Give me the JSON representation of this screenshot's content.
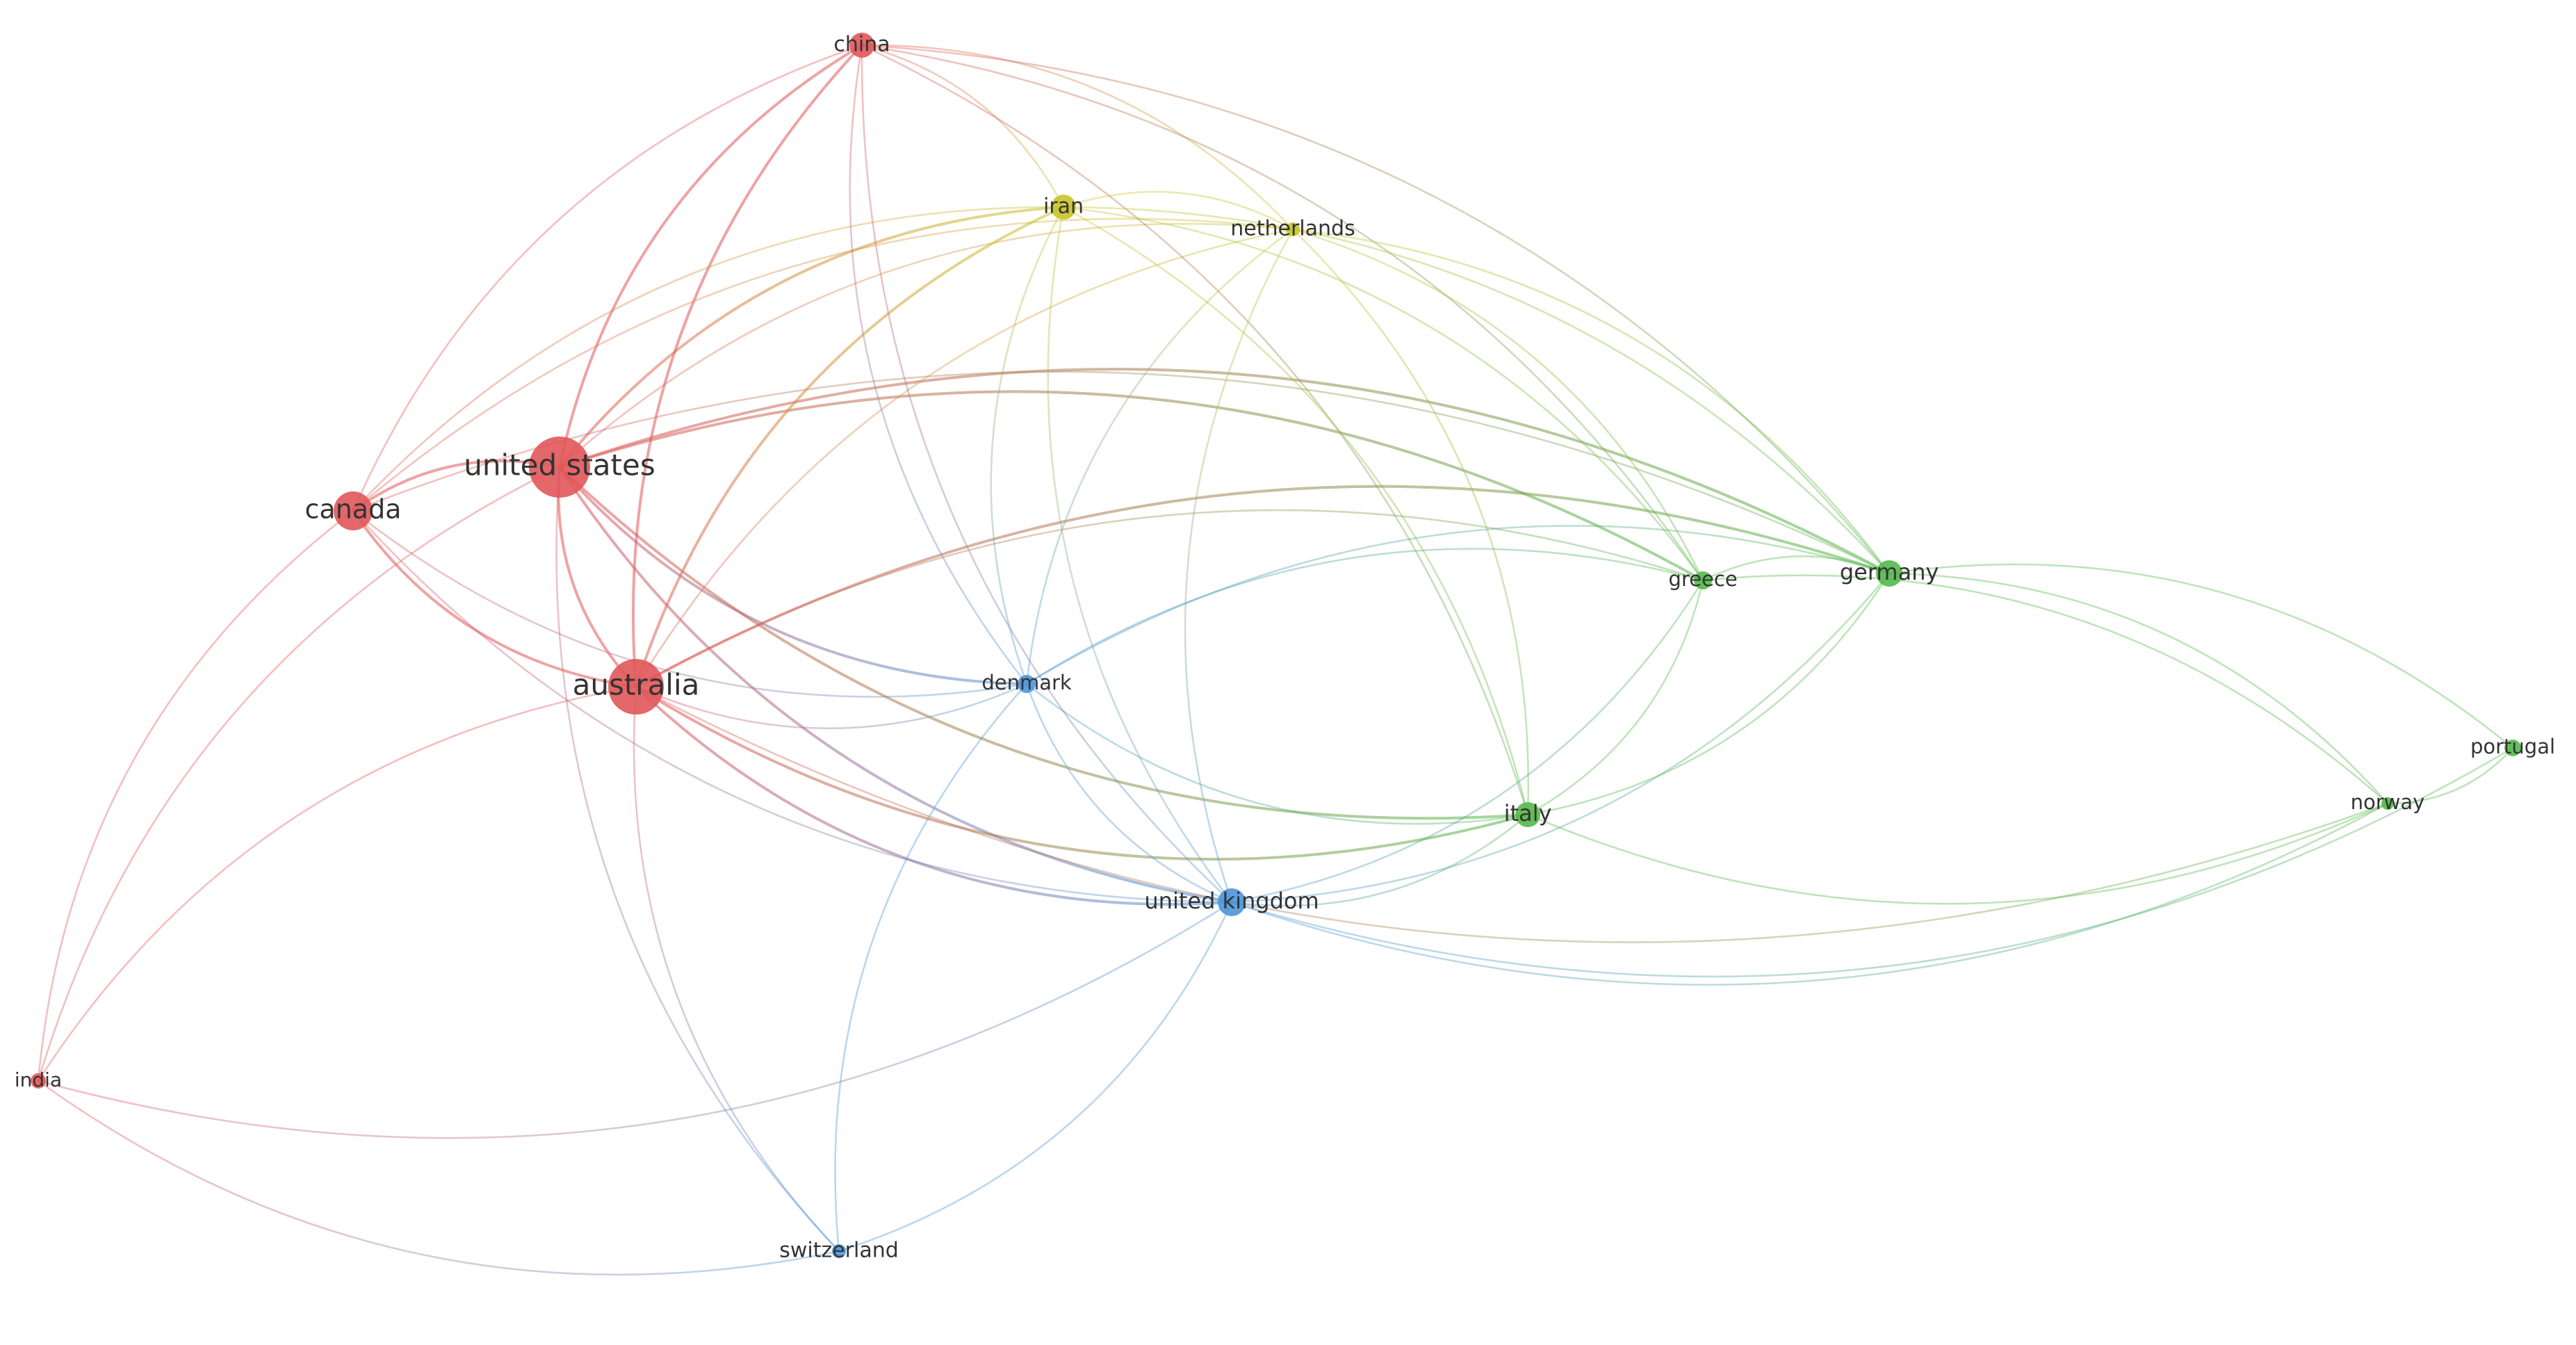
{
  "network": {
    "clusters": [
      {
        "id": "red",
        "color": "#e15759"
      },
      {
        "id": "green",
        "color": "#55b84a"
      },
      {
        "id": "blue",
        "color": "#4c95d8"
      },
      {
        "id": "yellow",
        "color": "#c8c42a"
      }
    ],
    "nodes": [
      {
        "id": "china",
        "label": "china",
        "cluster": "red"
      },
      {
        "id": "iran",
        "label": "iran",
        "cluster": "yellow"
      },
      {
        "id": "netherlands",
        "label": "netherlands",
        "cluster": "yellow"
      },
      {
        "id": "united-states",
        "label": "united states",
        "cluster": "red"
      },
      {
        "id": "canada",
        "label": "canada",
        "cluster": "red"
      },
      {
        "id": "australia",
        "label": "australia",
        "cluster": "red"
      },
      {
        "id": "denmark",
        "label": "denmark",
        "cluster": "blue"
      },
      {
        "id": "greece",
        "label": "greece",
        "cluster": "green"
      },
      {
        "id": "germany",
        "label": "germany",
        "cluster": "green"
      },
      {
        "id": "italy",
        "label": "italy",
        "cluster": "green"
      },
      {
        "id": "united-kingdom",
        "label": "united kingdom",
        "cluster": "blue"
      },
      {
        "id": "portugal",
        "label": "portugal",
        "cluster": "green"
      },
      {
        "id": "norway",
        "label": "norway",
        "cluster": "green"
      },
      {
        "id": "india",
        "label": "india",
        "cluster": "red"
      },
      {
        "id": "switzerland",
        "label": "switzerland",
        "cluster": "blue"
      }
    ],
    "links": [
      [
        "united-states",
        "australia"
      ],
      [
        "united-states",
        "canada"
      ],
      [
        "united-states",
        "china"
      ],
      [
        "united-states",
        "iran"
      ],
      [
        "united-states",
        "netherlands"
      ],
      [
        "united-states",
        "denmark"
      ],
      [
        "united-states",
        "united-kingdom"
      ],
      [
        "united-states",
        "germany"
      ],
      [
        "united-states",
        "greece"
      ],
      [
        "united-states",
        "italy"
      ],
      [
        "united-states",
        "india"
      ],
      [
        "united-states",
        "switzerland"
      ],
      [
        "australia",
        "canada"
      ],
      [
        "australia",
        "china"
      ],
      [
        "australia",
        "iran"
      ],
      [
        "australia",
        "netherlands"
      ],
      [
        "australia",
        "denmark"
      ],
      [
        "australia",
        "united-kingdom"
      ],
      [
        "australia",
        "germany"
      ],
      [
        "australia",
        "greece"
      ],
      [
        "australia",
        "italy"
      ],
      [
        "australia",
        "india"
      ],
      [
        "australia",
        "norway"
      ],
      [
        "australia",
        "switzerland"
      ],
      [
        "canada",
        "china"
      ],
      [
        "canada",
        "iran"
      ],
      [
        "canada",
        "netherlands"
      ],
      [
        "canada",
        "united-kingdom"
      ],
      [
        "canada",
        "denmark"
      ],
      [
        "canada",
        "india"
      ],
      [
        "canada",
        "germany"
      ],
      [
        "china",
        "iran"
      ],
      [
        "china",
        "netherlands"
      ],
      [
        "china",
        "germany"
      ],
      [
        "china",
        "united-kingdom"
      ],
      [
        "china",
        "denmark"
      ],
      [
        "china",
        "greece"
      ],
      [
        "china",
        "italy"
      ],
      [
        "iran",
        "netherlands"
      ],
      [
        "iran",
        "germany"
      ],
      [
        "iran",
        "greece"
      ],
      [
        "iran",
        "italy"
      ],
      [
        "iran",
        "united-kingdom"
      ],
      [
        "iran",
        "denmark"
      ],
      [
        "netherlands",
        "germany"
      ],
      [
        "netherlands",
        "greece"
      ],
      [
        "netherlands",
        "italy"
      ],
      [
        "netherlands",
        "united-kingdom"
      ],
      [
        "netherlands",
        "denmark"
      ],
      [
        "denmark",
        "united-kingdom"
      ],
      [
        "denmark",
        "greece"
      ],
      [
        "denmark",
        "germany"
      ],
      [
        "denmark",
        "italy"
      ],
      [
        "denmark",
        "switzerland"
      ],
      [
        "united-kingdom",
        "germany"
      ],
      [
        "united-kingdom",
        "greece"
      ],
      [
        "united-kingdom",
        "italy"
      ],
      [
        "united-kingdom",
        "switzerland"
      ],
      [
        "united-kingdom",
        "india"
      ],
      [
        "united-kingdom",
        "portugal"
      ],
      [
        "united-kingdom",
        "norway"
      ],
      [
        "germany",
        "greece"
      ],
      [
        "germany",
        "italy"
      ],
      [
        "germany",
        "portugal"
      ],
      [
        "germany",
        "norway"
      ],
      [
        "greece",
        "italy"
      ],
      [
        "greece",
        "norway"
      ],
      [
        "italy",
        "norway"
      ],
      [
        "portugal",
        "norway"
      ],
      [
        "india",
        "switzerland"
      ]
    ]
  }
}
